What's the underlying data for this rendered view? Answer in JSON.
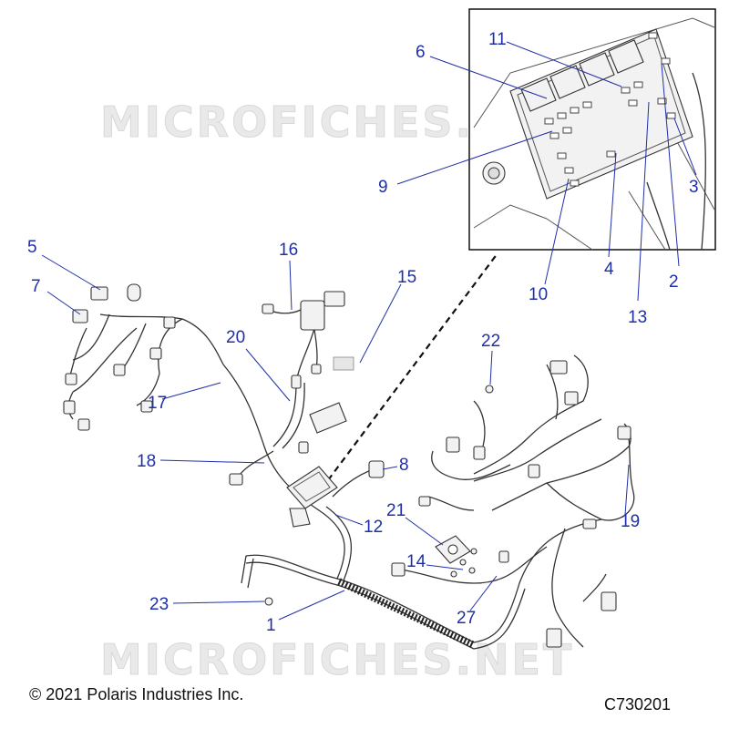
{
  "watermark": "MICROFICHES.NET",
  "callouts": [
    "1",
    "2",
    "3",
    "4",
    "5",
    "6",
    "7",
    "8",
    "9",
    "10",
    "11",
    "12",
    "13",
    "14",
    "15",
    "16",
    "17",
    "18",
    "19",
    "20",
    "21",
    "22",
    "23",
    "27"
  ],
  "footer": {
    "copyright": "© 2021 Polaris Industries Inc.",
    "figure_code": "C730201"
  },
  "colors": {
    "callout": "#1f2fa8",
    "line": "#333333"
  }
}
